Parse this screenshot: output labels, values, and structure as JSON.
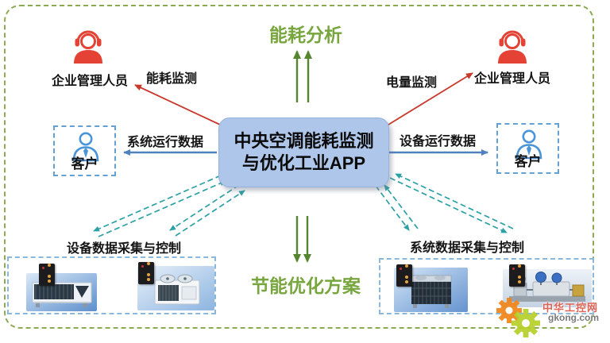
{
  "app_node": {
    "line1": "中央空调能耗监测",
    "line2": "与优化工业APP"
  },
  "headings": {
    "top": "能耗分析",
    "bottom": "节能优化方案"
  },
  "actors": {
    "manager_left": {
      "label": "企业管理人员"
    },
    "manager_right": {
      "label": "企业管理人员"
    },
    "customer_left": {
      "label": "客户"
    },
    "customer_right": {
      "label": "客户"
    }
  },
  "flow_labels": {
    "energy_monitoring": "能耗监测",
    "power_monitoring": "电量监测",
    "system_run_data": "系统运行数据",
    "device_run_data": "设备运行数据",
    "device_collection_control": "设备数据采集与控制",
    "system_collection_control": "系统数据采集与控制"
  },
  "watermark": {
    "site_name": "中华工控网",
    "site_url": "gkong.com"
  },
  "icons": {
    "manager": "operator-headset-icon",
    "customer": "person-tie-icon",
    "watermark": "gear-icon",
    "equipment": [
      "air-cooled-chiller-photo",
      "rooftop-unit-photo",
      "modular-unit-photo",
      "water-pump-skid-photo"
    ],
    "gateway": "iot-gateway-device"
  },
  "colors": {
    "outer_border": "#8caa52",
    "heading_green": "#78a63e",
    "arrow_green": "#55862f",
    "arrow_red": "#c8392b",
    "arrow_blue": "#4f81bd",
    "arrow_teal": "#2ba0a5",
    "app_fill": "#aec6ea",
    "app_border": "#93b2dd",
    "actor_red": "#e34234",
    "actor_blue": "#4a94d8",
    "dashed_box_blue": "#63a0d4"
  }
}
